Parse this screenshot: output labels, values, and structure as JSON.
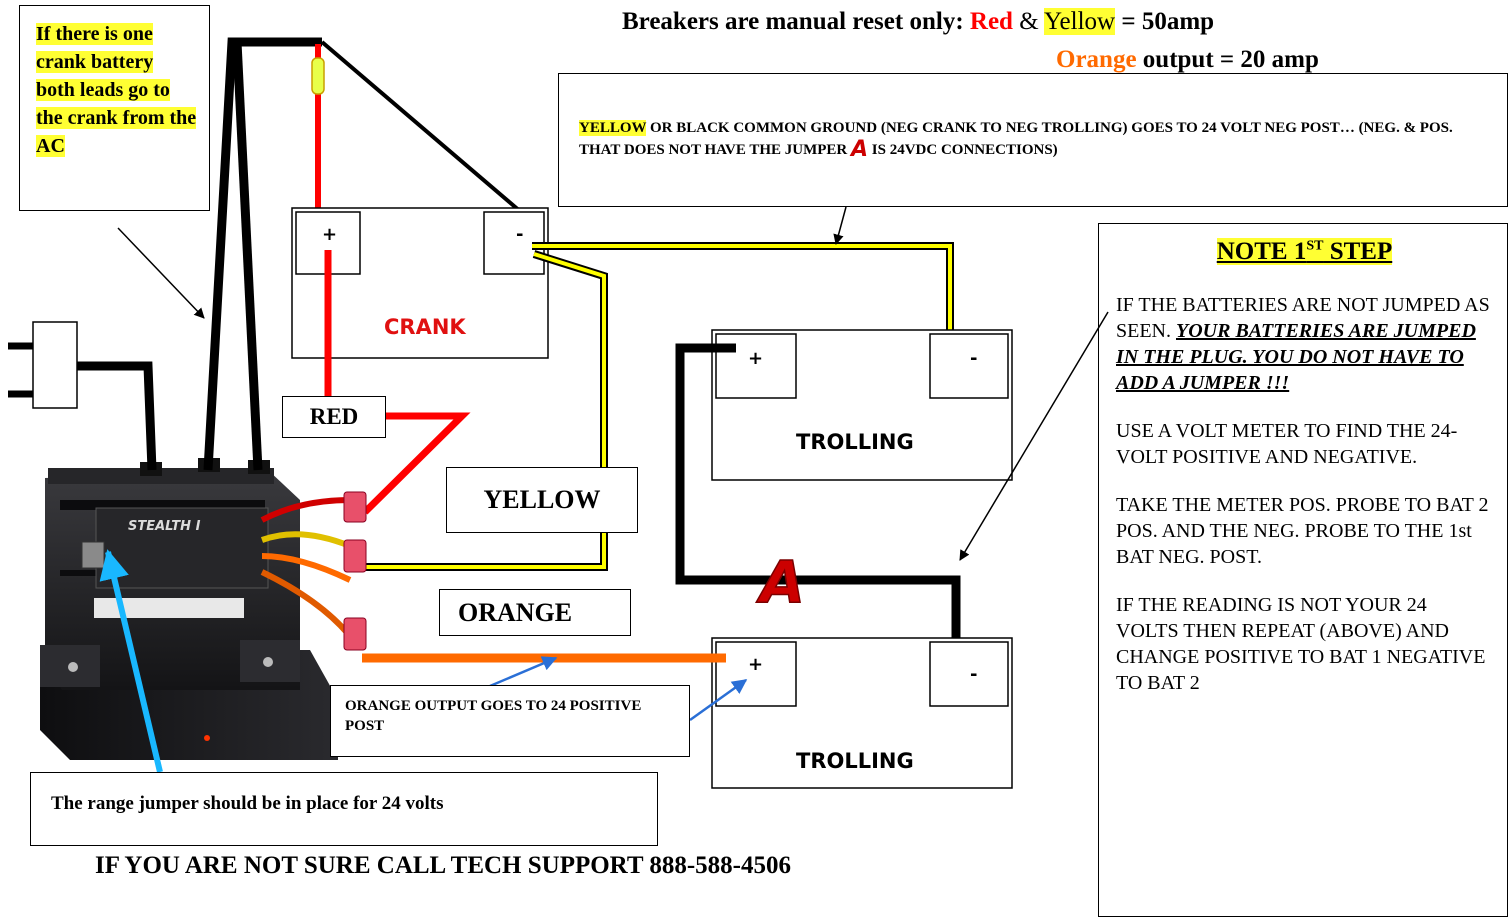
{
  "header": {
    "line1_prefix": "Breakers are manual reset only",
    "line1_colon": ": ",
    "red_word": "Red",
    "amp": " & ",
    "yellow_word": "Yellow",
    "line1_suffix": " = 50amp",
    "orange_word": "Orange",
    "line2_suffix": " output = 20 amp"
  },
  "crank_note": {
    "text": "If there is one crank battery both leads go to the crank from the AC"
  },
  "ground_note": {
    "yellow_word": "YELLOW",
    "text_a": " OR BLACK COMMON GROUND (NEG CRANK TO NEG TROLLING) GOES TO 24 VOLT NEG POST… (NEG. & POS. THAT DOES NOT HAVE THE JUMPER ",
    "jumper_letter": "A",
    "text_b": " IS 24VDC CONNECTIONS)"
  },
  "batteries": {
    "crank_label": "CRANK",
    "trolling1_label": "TROLLING",
    "trolling2_label": "TROLLING",
    "plus": "+",
    "minus": "-"
  },
  "wire_labels": {
    "red": "RED",
    "yellow": "YELLOW",
    "orange": "ORANGE"
  },
  "jumper_marker": "A",
  "charger": {
    "brand": "STEALTH I",
    "colors": {
      "body": "#1b1b1d",
      "red_wire": "#ff0000",
      "yellow_wire": "#f5e100",
      "orange_wire": "#ff6a00"
    }
  },
  "orange_note": "ORANGE OUTPUT GOES TO 24 POSITIVE POST",
  "range_note": "The range jumper should be in place for 24 volts",
  "footer": "IF YOU ARE NOT SURE CALL TECH SUPPORT 888-588-4506",
  "step_note": {
    "title_prefix": "NOTE 1",
    "title_sup": "ST",
    "title_suffix": " STEP",
    "p1_plain": "IF THE BATTERIES ARE  NOT JUMPED AS SEEN. ",
    "p1_emph": "YOUR BATTERIES ARE JUMPED IN THE PLUG. YOU DO NOT HAVE TO ADD A JUMPER !!!",
    "p2": "USE A VOLT METER TO FIND THE 24-VOLT POSITIVE AND NEGATIVE.",
    "p3": "TAKE THE METER  POS. PROBE  TO BAT 2 POS. AND THE NEG. PROBE TO THE  1st BAT NEG. POST.",
    "p4": " IF THE READING IS NOT YOUR 24 VOLTS THEN REPEAT (ABOVE) AND CHANGE POSITIVE TO BAT 1 NEGATIVE TO BAT 2"
  }
}
